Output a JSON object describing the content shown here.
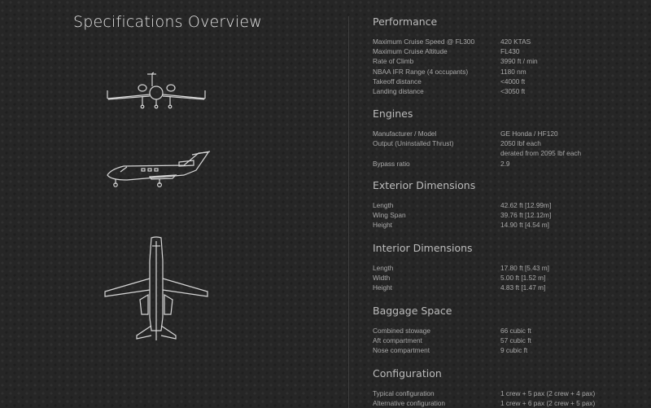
{
  "title": "Specifications Overview",
  "icons": [
    "jet-front-view",
    "jet-side-view",
    "jet-top-view"
  ],
  "sections": {
    "performance": {
      "title": "Performance",
      "rows": [
        {
          "k": "Maximum Cruise Speed @ FL300",
          "v": "420 KTAS"
        },
        {
          "k": "Maximum Cruise Altitude",
          "v": "FL430"
        },
        {
          "k": "Rate of Climb",
          "v": "3990 ft / min"
        },
        {
          "k": "NBAA IFR Range (4 occupants)",
          "v": "1180 nm"
        },
        {
          "k": "Takeoff distance",
          "v": "<4000 ft"
        },
        {
          "k": "Landing distance",
          "v": "<3050 ft"
        }
      ]
    },
    "engines": {
      "title": "Engines",
      "rows": [
        {
          "k": "Manufacturer / Model",
          "v": "GE Honda / HF120"
        },
        {
          "k": "Output (Uninstalled Thrust)",
          "v": "2050 lbf each"
        },
        {
          "k": "",
          "v": "derated from 2095 lbf each"
        },
        {
          "k": "Bypass ratio",
          "v": "2.9"
        }
      ]
    },
    "exterior": {
      "title": "Exterior Dimensions",
      "rows": [
        {
          "k": "Length",
          "v": "42.62 ft [12.99m]"
        },
        {
          "k": "Wing Span",
          "v": "39.76 ft [12.12m]"
        },
        {
          "k": "Height",
          "v": "14.90 ft [4.54 m]"
        }
      ]
    },
    "interior": {
      "title": "Interior Dimensions",
      "rows": [
        {
          "k": "Length",
          "v": "17.80 ft [5.43 m]"
        },
        {
          "k": "Width",
          "v": "5.00 ft [1.52 m]"
        },
        {
          "k": "Height",
          "v": "4.83 ft [1.47 m]"
        }
      ]
    },
    "baggage": {
      "title": "Baggage Space",
      "rows": [
        {
          "k": "Combined stowage",
          "v": "66 cubic ft"
        },
        {
          "k": "Aft compartment",
          "v": "57 cubic ft"
        },
        {
          "k": "Nose compartment",
          "v": "9 cubic ft"
        }
      ]
    },
    "configuration": {
      "title": "Configuration",
      "rows": [
        {
          "k": "Typical configuration",
          "v": "1 crew + 5 pax (2 crew + 4 pax)"
        },
        {
          "k": "Alternative configuration",
          "v": "1 crew + 6 pax (2 crew + 5 pax)"
        }
      ]
    }
  }
}
